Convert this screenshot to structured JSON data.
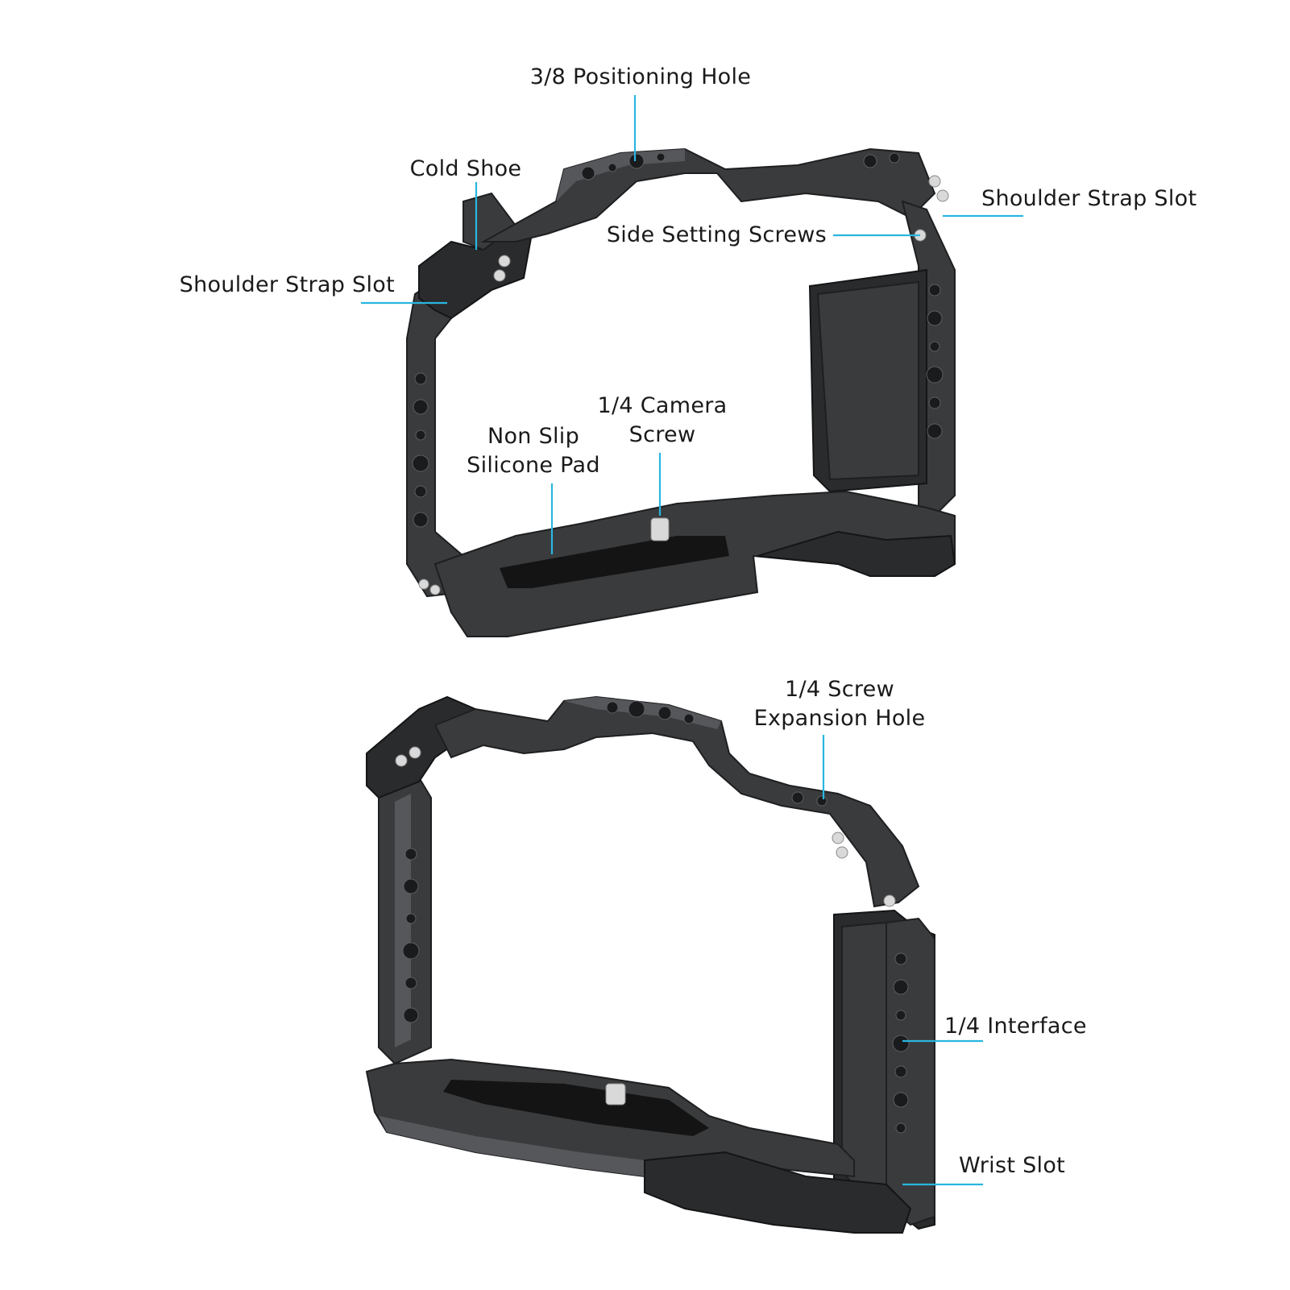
{
  "top_view": {
    "labels": {
      "positioning_hole": "3/8 Positioning Hole",
      "cold_shoe": "Cold Shoe",
      "shoulder_strap_slot_right": "Shoulder Strap Slot",
      "side_setting_screws": "Side Setting Screws",
      "shoulder_strap_slot_left": "Shoulder Strap Slot",
      "camera_screw_line1": "1/4 Camera",
      "camera_screw_line2": "Screw",
      "silicone_pad_line1": "Non Slip",
      "silicone_pad_line2": "Silicone Pad"
    }
  },
  "bottom_view": {
    "labels": {
      "expansion_hole_line1": "1/4 Screw",
      "expansion_hole_line2": "Expansion Hole",
      "interface": "1/4 Interface",
      "wrist_slot": "Wrist Slot"
    }
  },
  "colors": {
    "leader_line": "#29b6e0",
    "cage_metal": "#3a3b3d",
    "label_text": "#1a1a1a"
  }
}
